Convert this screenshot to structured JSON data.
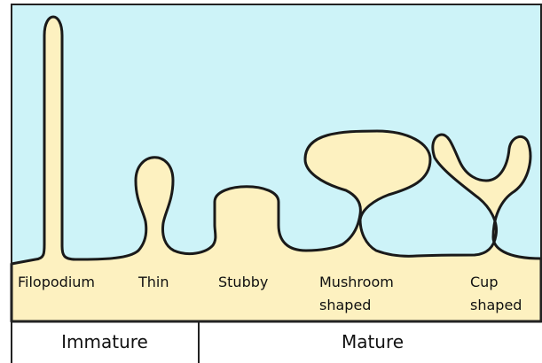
{
  "colors": {
    "background": "#cdf3f8",
    "spine_fill": "#fdf1c0",
    "outline": "#1a1a1a",
    "panel_border": "#222222"
  },
  "spines": {
    "filopodium": "Filopodium",
    "thin": "Thin",
    "stubby": "Stubby",
    "mushroom": [
      "Mushroom",
      "shaped"
    ],
    "cup": [
      "Cup",
      "shaped"
    ]
  },
  "categories": {
    "immature": "Immature",
    "mature": "Mature"
  }
}
